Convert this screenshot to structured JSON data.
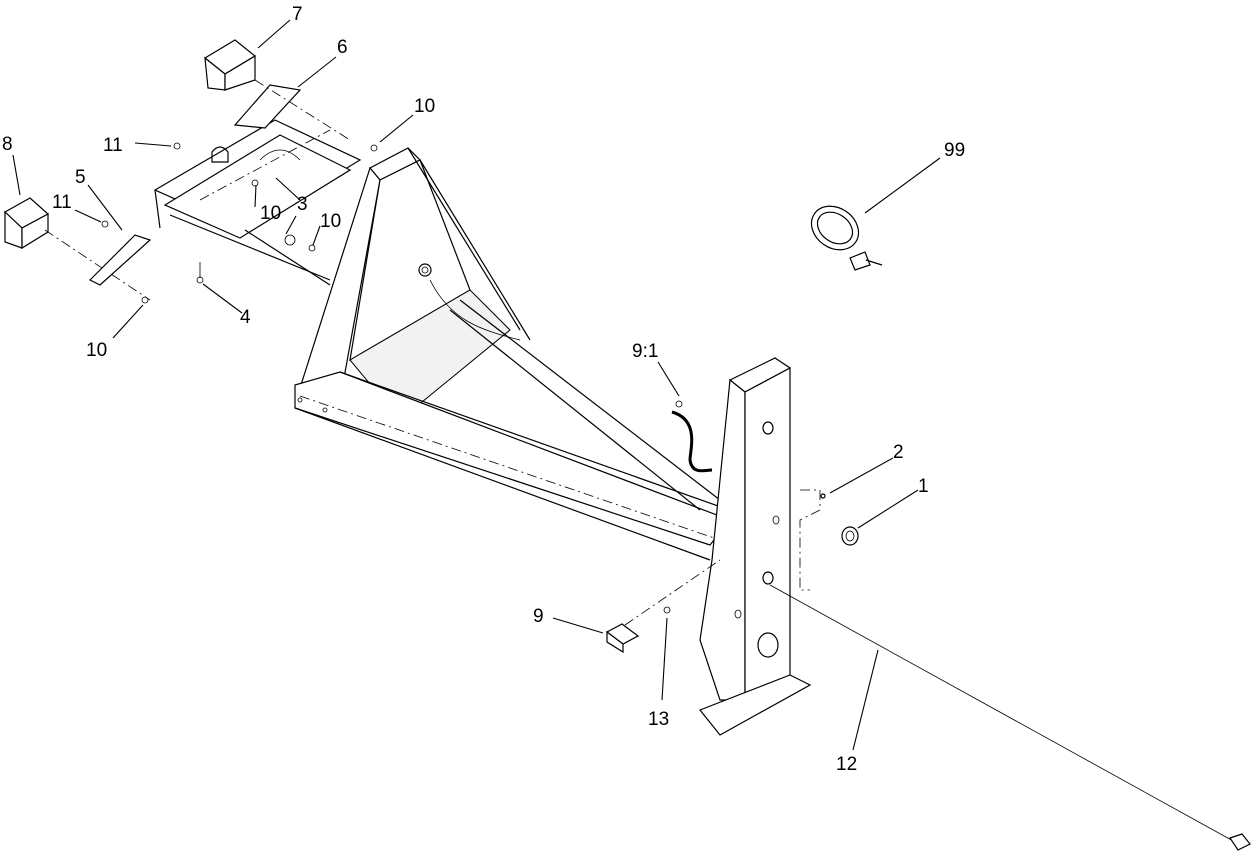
{
  "diagram": {
    "callouts": {
      "c1": "1",
      "c2": "2",
      "c3": "3",
      "c4": "4",
      "c5": "5",
      "c6": "6",
      "c7": "7",
      "c8": "8",
      "c9": "9",
      "c91": "9:1",
      "c10a": "10",
      "c10b": "10",
      "c10c": "10",
      "c10d": "10",
      "c11a": "11",
      "c11b": "11",
      "c12": "12",
      "c13": "13",
      "c99": "99"
    }
  }
}
